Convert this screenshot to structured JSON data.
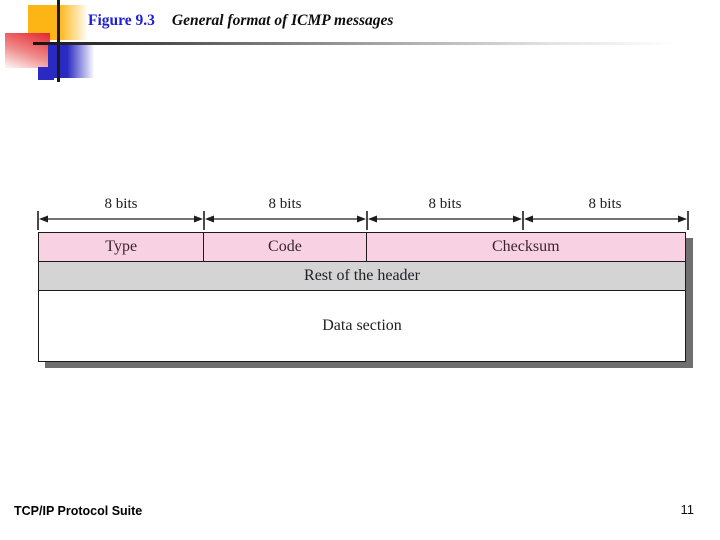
{
  "slide": {
    "figure_label": "Figure 9.3",
    "figure_title": "General format of ICMP messages",
    "footer_text": "TCP/IP Protocol Suite",
    "page_number": "11"
  },
  "diagram": {
    "bit_labels": [
      "8 bits",
      "8 bits",
      "8 bits",
      "8 bits"
    ],
    "fields": [
      "Type",
      "Code",
      "Checksum"
    ],
    "rest_row": "Rest of the header",
    "data_row": "Data section",
    "colors": {
      "field_fill": "#f8d2e2",
      "rest_fill": "#d4d4d4",
      "shadow": "#6f6f6f",
      "border": "#1b1b1b",
      "figure_label_blue": "#1f1fd0",
      "logo_gold": "#fcb514",
      "logo_red": "#e62e36",
      "logo_blue": "#2a2ac2"
    }
  }
}
